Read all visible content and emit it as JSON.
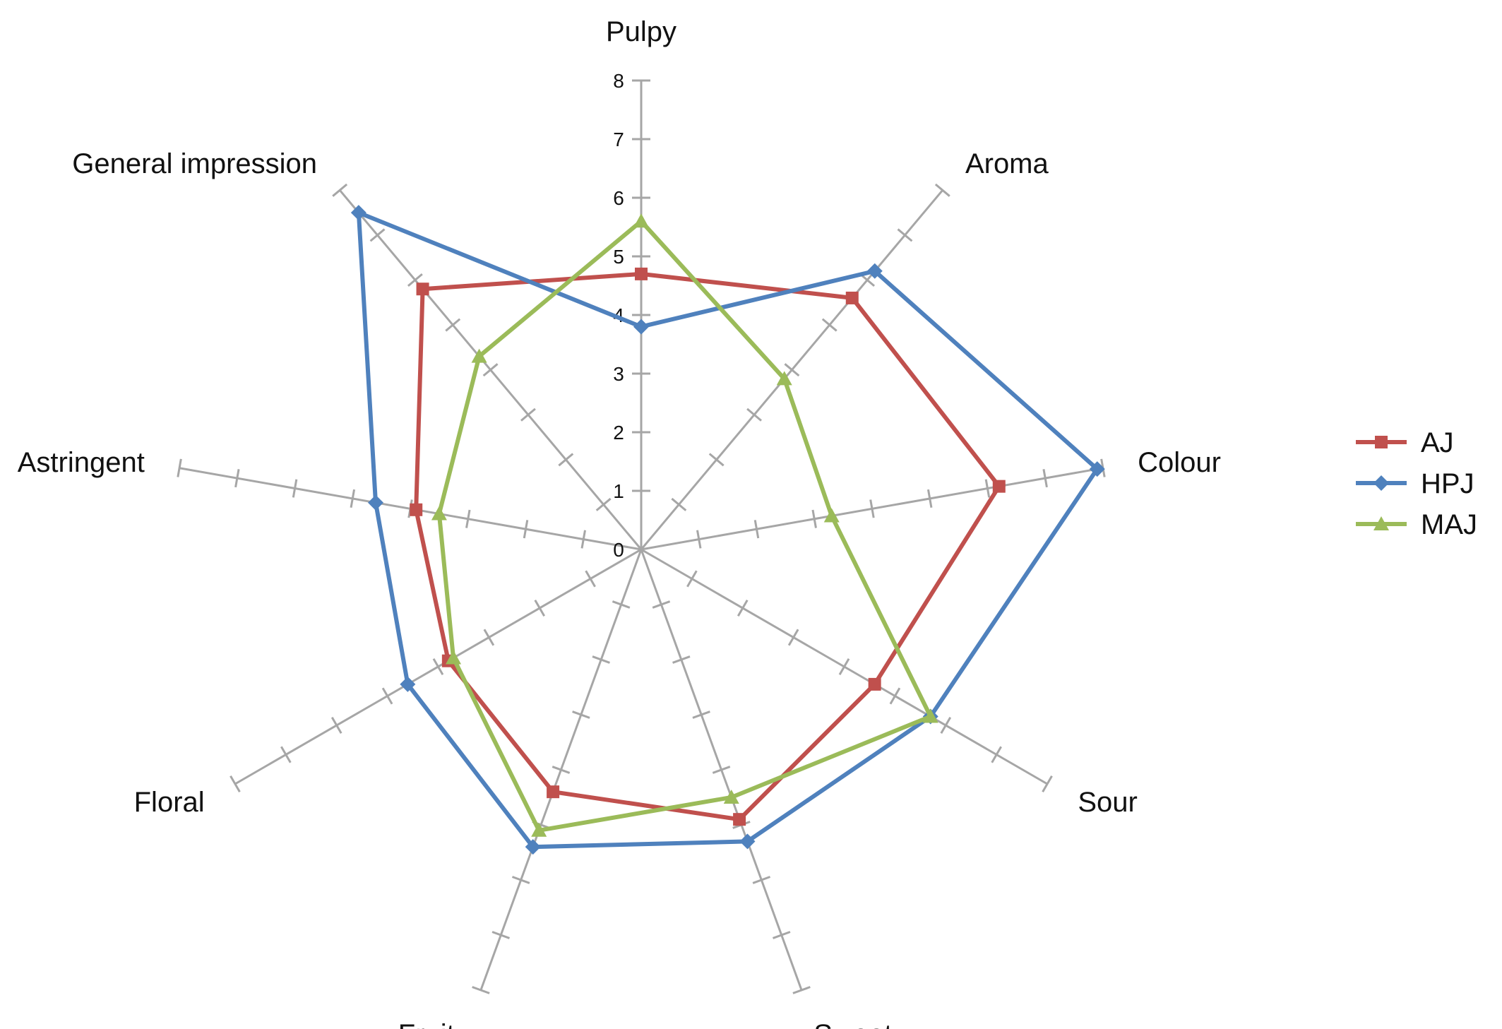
{
  "chart_data": {
    "type": "radar",
    "categories": [
      "Pulpy",
      "Aroma",
      "Colour",
      "Sour",
      "Sweet",
      "Fruity",
      "Floral",
      "Astringent",
      "General impression"
    ],
    "rlim": [
      0,
      8
    ],
    "ticks": [
      "0",
      "1",
      "2",
      "3",
      "4",
      "5",
      "6",
      "7",
      "8"
    ],
    "grid": false,
    "legend_position": "right",
    "series": [
      {
        "name": "AJ",
        "color": "#c0504d",
        "marker": "square",
        "values": [
          4.7,
          5.6,
          6.2,
          4.6,
          4.9,
          4.4,
          3.8,
          3.9,
          5.8
        ]
      },
      {
        "name": "HPJ",
        "color": "#4f81bd",
        "marker": "diamond",
        "values": [
          3.8,
          6.2,
          7.9,
          5.7,
          5.3,
          5.4,
          4.6,
          4.6,
          7.5
        ]
      },
      {
        "name": "MAJ",
        "color": "#9bbb59",
        "marker": "triangle",
        "values": [
          5.6,
          3.8,
          3.3,
          5.7,
          4.5,
          5.1,
          3.7,
          3.5,
          4.3
        ]
      }
    ]
  }
}
